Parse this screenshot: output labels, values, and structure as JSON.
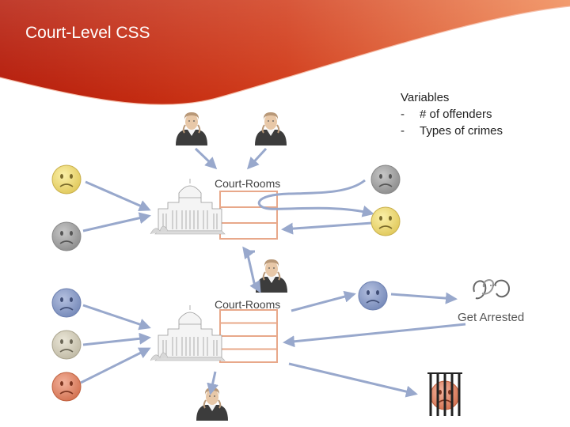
{
  "slide": {
    "title": "Court-Level CSS",
    "variables": {
      "heading": "Variables",
      "items": [
        {
          "bullet": "-",
          "text": "# of offenders"
        },
        {
          "bullet": "-",
          "text": "Types of crimes"
        }
      ]
    },
    "court_rooms_labels": [
      "Court-Rooms",
      "Court-Rooms"
    ],
    "get_arrested_label": "Get Arrested"
  },
  "colors": {
    "banner_red": "#c0220c",
    "banner_orange": "#e8703c",
    "arrow": "#98a8cc",
    "room_border": "#e8a88a",
    "face_yellow": "#eedb73",
    "face_gray": "#a8a8a8",
    "face_blue": "#8fa1cb",
    "face_beige": "#d7d2c0",
    "face_orange": "#e38e74",
    "judge_robe": "#3c3c3c"
  },
  "icons": {
    "face": "sad-face-icon",
    "judge": "judge-icon",
    "courthouse": "courthouse-icon",
    "handcuffs": "handcuffs-icon",
    "jail": "jail-bars-icon"
  }
}
